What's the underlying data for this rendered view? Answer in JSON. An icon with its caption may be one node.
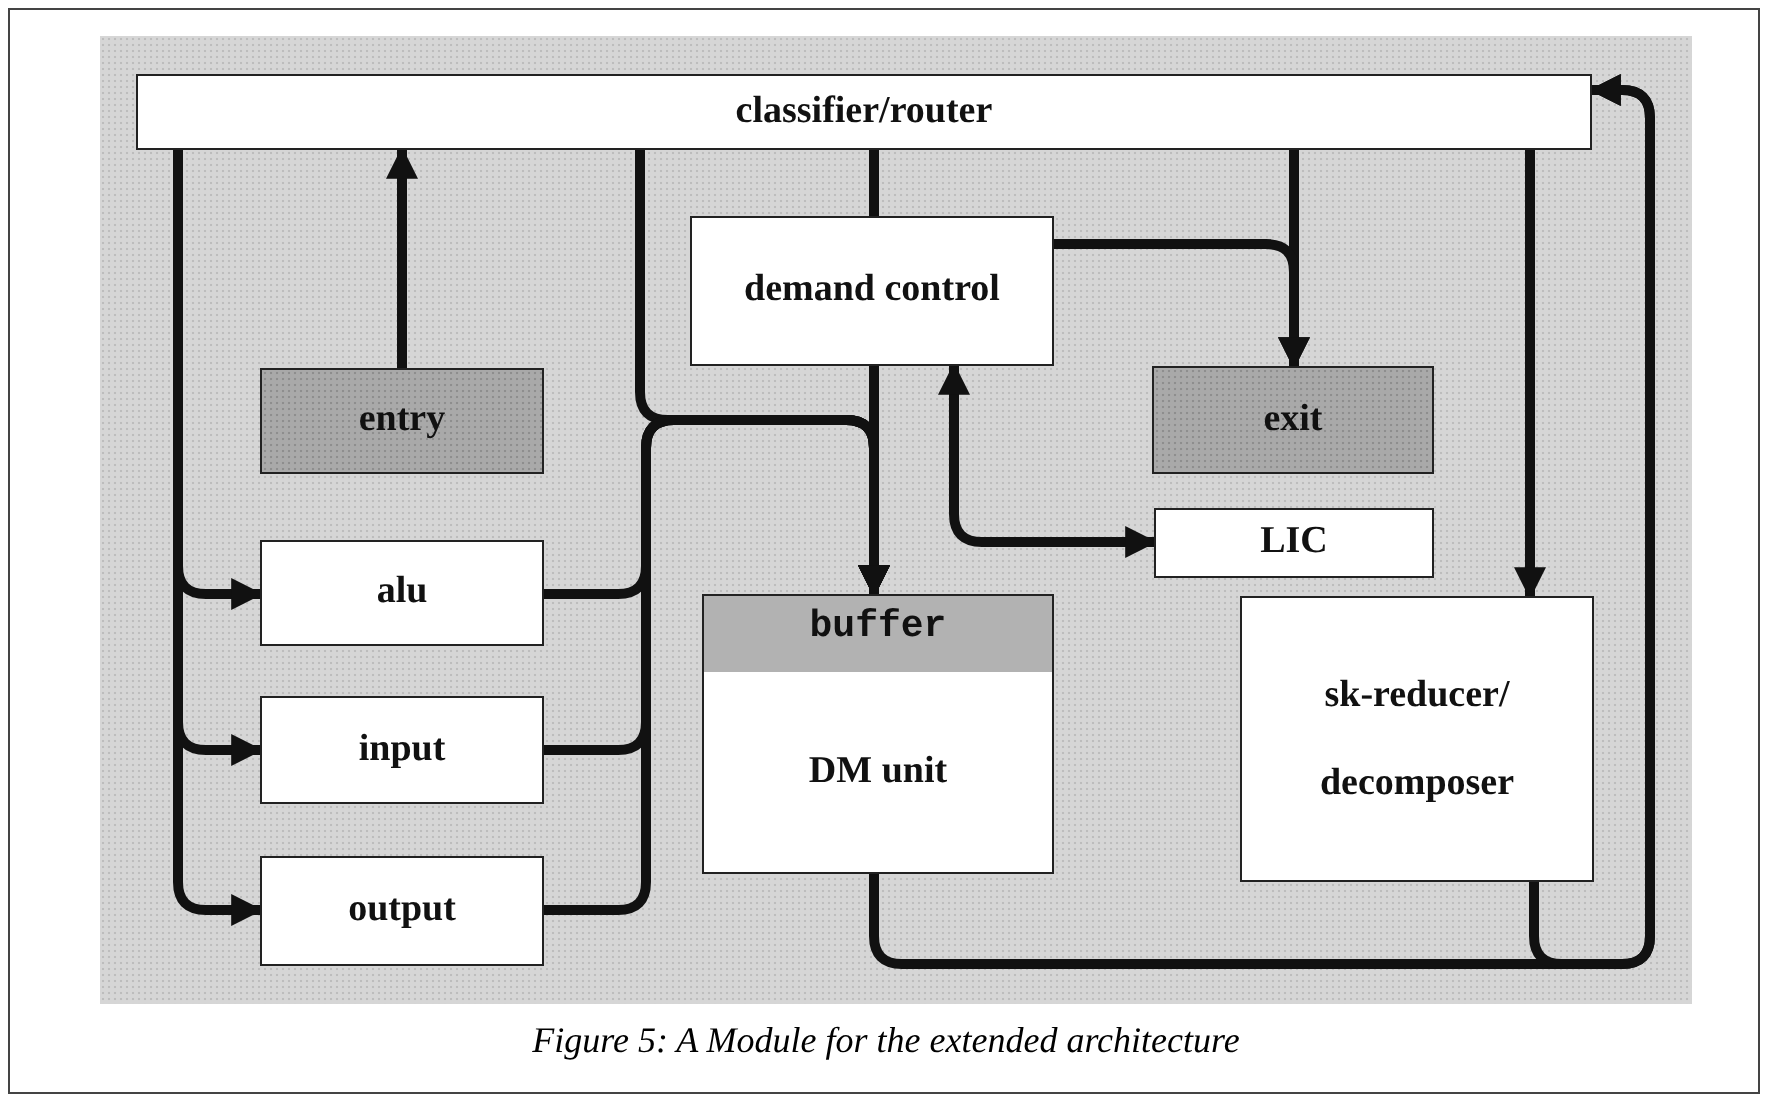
{
  "diagram": {
    "caption": "Figure 5: A Module for the extended architecture",
    "nodes": [
      {
        "text": [
          "classifier/router"
        ]
      },
      {
        "text": [
          "demand control"
        ]
      },
      {
        "text": [
          "entry"
        ]
      },
      {
        "text": [
          "exit"
        ]
      },
      {
        "text": [
          "LIC"
        ]
      },
      {
        "text": [
          "alu"
        ]
      },
      {
        "text": [
          "input"
        ]
      },
      {
        "text": [
          "output"
        ]
      },
      {
        "text": [
          "buffer",
          "DM unit"
        ]
      },
      {
        "text": [
          "sk-reducer/ decomposer"
        ]
      }
    ],
    "edges": [
      {
        "from": 0,
        "to": 5,
        "arrow": "to"
      },
      {
        "from": 0,
        "to": 6,
        "arrow": "to"
      },
      {
        "from": 0,
        "to": 7,
        "arrow": "to"
      },
      {
        "from": 2,
        "to": 0,
        "arrow": "to"
      },
      {
        "from": 0,
        "to": 8,
        "arrow": "to"
      },
      {
        "from": 5,
        "to": 8,
        "arrow": "to"
      },
      {
        "from": 6,
        "to": 8,
        "arrow": "to"
      },
      {
        "from": 7,
        "to": 8,
        "arrow": "to"
      },
      {
        "from": 0,
        "to": 1,
        "arrow": "none"
      },
      {
        "from": 1,
        "to": 8,
        "arrow": "to"
      },
      {
        "from": 0,
        "to": 3,
        "arrow": "to"
      },
      {
        "from": 1,
        "to": 3,
        "arrow": "to"
      },
      {
        "from": 1,
        "to": 4,
        "arrow": "both"
      },
      {
        "from": 0,
        "to": 9,
        "arrow": "to"
      },
      {
        "from": 8,
        "to": 0,
        "arrow": "to"
      },
      {
        "from": 9,
        "to": 0,
        "arrow": "to"
      }
    ]
  }
}
